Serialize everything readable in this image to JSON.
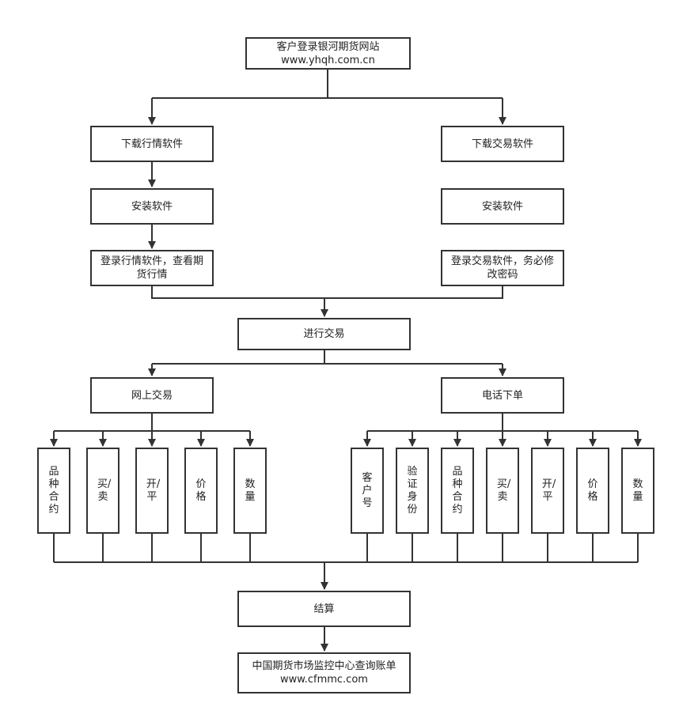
{
  "nodes": {
    "login_site": "客户登录银河期货网站\nwww.yhqh.com.cn",
    "dl_quote": "下载行情软件",
    "dl_trade": "下载交易软件",
    "install_left": "安装软件",
    "install_right": "安装软件",
    "login_quote": "登录行情软件，查看期\n货行情",
    "login_trade": "登录交易软件，务必修\n改密码",
    "trade": "进行交易",
    "online": "网上交易",
    "phone": "电话下单",
    "settle": "结算",
    "cfmmc": "中国期货市场监控中心查询账单\nwww.cfmmc.com"
  },
  "online_items": [
    "品种合约",
    "买/卖",
    "开/平",
    "价格",
    "数量"
  ],
  "phone_items": [
    "客户号",
    "验证身份",
    "品种合约",
    "买/卖",
    "开/平",
    "价格",
    "数量"
  ],
  "colors": {
    "stroke": "#333333",
    "fill": "#ffffff",
    "text": "#222222"
  }
}
